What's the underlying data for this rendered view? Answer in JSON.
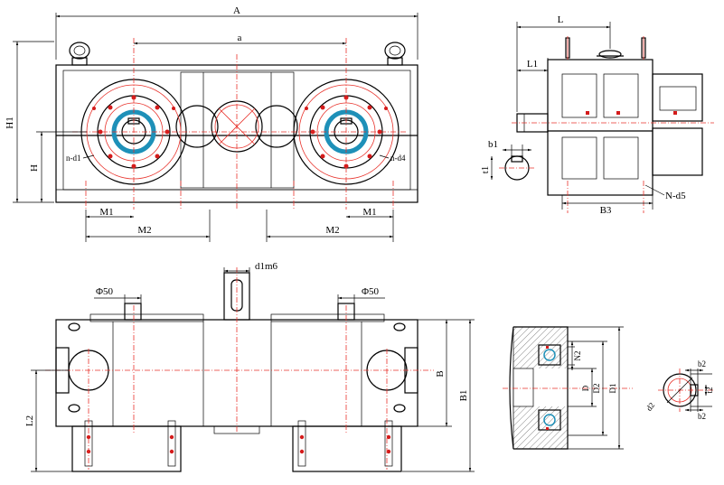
{
  "labels": {
    "A": "A",
    "a": "a",
    "H1": "H1",
    "H": "H",
    "n_d1": "n-d1",
    "n_d4": "n-d4",
    "M1_left": "M1",
    "M1_right": "M1",
    "M2_left": "M2",
    "M2_right": "M2",
    "L": "L",
    "L1": "L1",
    "b1": "b1",
    "t1": "t1",
    "B3": "B3",
    "N_d5": "N-d5",
    "d1m6": "d1m6",
    "phi50_left": "Φ50",
    "phi50_right": "Φ50",
    "B": "B",
    "B1": "B1",
    "L2": "L2",
    "N2": "N2",
    "D": "D",
    "D2": "D2",
    "D1": "D1",
    "d2": "d2",
    "b2_top": "b2",
    "b2_bottom": "b2",
    "t2": "t2"
  },
  "colors": {
    "outline": "#000000",
    "centerline": "#e8322b",
    "shaft": "#1e90b8",
    "hatch": "#c4c4c4"
  }
}
